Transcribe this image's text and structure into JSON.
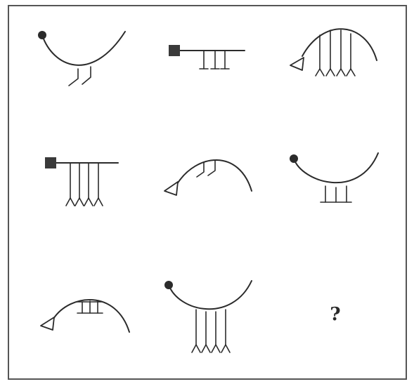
{
  "puzzle": {
    "missing_cell_label": "?",
    "grid": {
      "rows": 3,
      "cols": 3
    },
    "cells": [
      {
        "row": 1,
        "col": 1,
        "curve": "smile",
        "end": "dot",
        "legs": 2,
        "leg_style": "slanted"
      },
      {
        "row": 1,
        "col": 2,
        "curve": "straight",
        "end": "square",
        "legs": 2,
        "leg_style": "plain"
      },
      {
        "row": 1,
        "col": 3,
        "curve": "frown",
        "end": "triangle",
        "legs": 4,
        "leg_style": "forked"
      },
      {
        "row": 2,
        "col": 1,
        "curve": "straight",
        "end": "square",
        "legs": 4,
        "leg_style": "forked"
      },
      {
        "row": 2,
        "col": 2,
        "curve": "frown",
        "end": "triangle",
        "legs": 2,
        "leg_style": "slanted"
      },
      {
        "row": 2,
        "col": 3,
        "curve": "smile",
        "end": "dot",
        "legs": 3,
        "leg_style": "plain"
      },
      {
        "row": 3,
        "col": 1,
        "curve": "frown",
        "end": "triangle",
        "legs": 3,
        "leg_style": "plain"
      },
      {
        "row": 3,
        "col": 2,
        "curve": "smile",
        "end": "dot",
        "legs": 4,
        "leg_style": "forked"
      },
      {
        "row": 3,
        "col": 3,
        "missing": true
      }
    ],
    "colors": {
      "ink": "#2b2b2b",
      "border": "#555555",
      "background": "#ffffff"
    }
  }
}
